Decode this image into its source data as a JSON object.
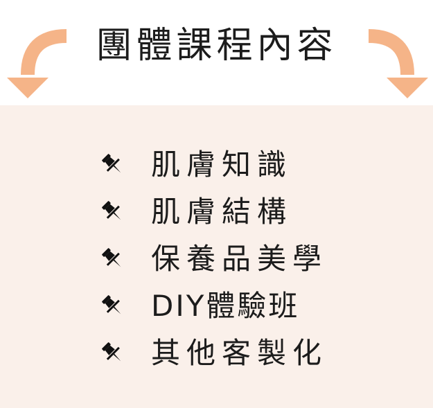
{
  "header": {
    "title": "團體課程內容",
    "arrow_color": "#f5b488",
    "left_icon": "curved-arrow-down-left",
    "right_icon": "curved-arrow-down-right"
  },
  "panel": {
    "background": "#faf0ea"
  },
  "list": {
    "bullet_icon": "pushpin",
    "items": [
      {
        "label": "肌膚知識"
      },
      {
        "label": "肌膚結構"
      },
      {
        "label": "保養品美學"
      },
      {
        "label": "DIY體驗班"
      },
      {
        "label": "其他客製化"
      }
    ]
  }
}
